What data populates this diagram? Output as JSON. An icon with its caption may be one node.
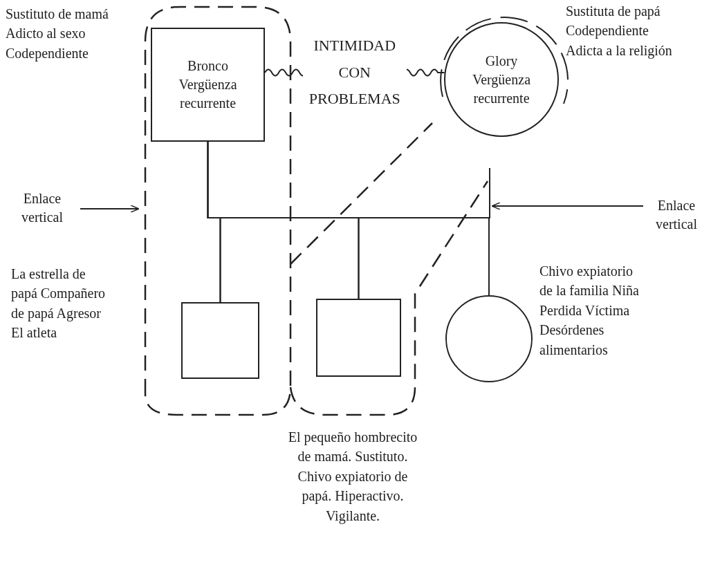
{
  "diagram": {
    "nodes": [
      {
        "text": [
          "Bronco Vergüenza recurrente"
        ]
      },
      {
        "text": [
          "Glory Vergüenza recurrente"
        ],
        "beside": [
          "Sustituta de papá Codependiente Adicta a la religión"
        ]
      },
      {
        "text": [],
        "shape": "box"
      },
      {
        "text": [],
        "shape": "box",
        "beside": [
          "El pequeño hombrecito de mamá. Sustituto. Chivo expiatorio de papá. Hiperactivo. Vigilante."
        ]
      },
      {
        "text": [],
        "shape": "circle",
        "beside": [
          "Chivo expiatorio de la familia Niña Perdida Víctima Desórdenes alimentarios"
        ]
      },
      {
        "text": [
          "Enlace vertical"
        ]
      },
      {
        "text": [
          "Enlace vertical"
        ]
      }
    ],
    "edges": [
      {
        "from": 0,
        "to": 1,
        "arrow": "none",
        "label": "INTIMIDAD CON PROBLEMAS"
      },
      {
        "from": 0,
        "to": 2,
        "arrow": "none"
      },
      {
        "from": 0,
        "to": 3,
        "arrow": "none"
      },
      {
        "from": 0,
        "to": 4,
        "arrow": "none"
      },
      {
        "from": 1,
        "to": 2,
        "arrow": "none"
      },
      {
        "from": 1,
        "to": 3,
        "arrow": "none"
      },
      {
        "from": 1,
        "to": 4,
        "arrow": "none"
      },
      {
        "from": 5,
        "to": null,
        "arrow": "to"
      },
      {
        "from": 6,
        "to": null,
        "arrow": "to"
      }
    ],
    "labels": [
      "Sustituto de mamá Adicto al sexo Codependiente",
      "La estrella de papá Compañero de papá Agresor El atleta"
    ]
  }
}
